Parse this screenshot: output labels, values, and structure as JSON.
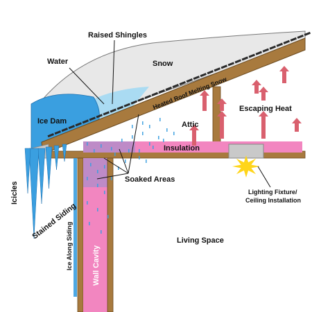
{
  "labels": {
    "raised_shingles": "Raised Shingles",
    "water": "Water",
    "snow": "Snow",
    "heated_roof": "Heated Roof Melting Snow",
    "ice_dam": "Ice Dam",
    "attic": "Attic",
    "escaping_heat": "Escaping Heat",
    "insulation": "Insulation",
    "soaked_areas": "Soaked Areas",
    "icicles": "Icicles",
    "stained_siding": "Stained Siding",
    "ice_along_siding": "Ice Along Siding",
    "wall_cavity": "Wall Cavity",
    "living_space": "Living Space",
    "lighting_line1": "Lighting Fixture/",
    "lighting_line2": "Ceiling Installation"
  },
  "colors": {
    "snow": "#e8e8e8",
    "ice": "#3a9fe0",
    "ice_light": "#9fd8f3",
    "wood": "#a87a3e",
    "wood_dark": "#6b4a1f",
    "insulation": "#f286c0",
    "soaked": "#b58cc8",
    "heat_arrow": "#d9606e",
    "light": "#ffd51a",
    "fixture": "#c9c9c9",
    "shingle": "#2a2a2a"
  }
}
